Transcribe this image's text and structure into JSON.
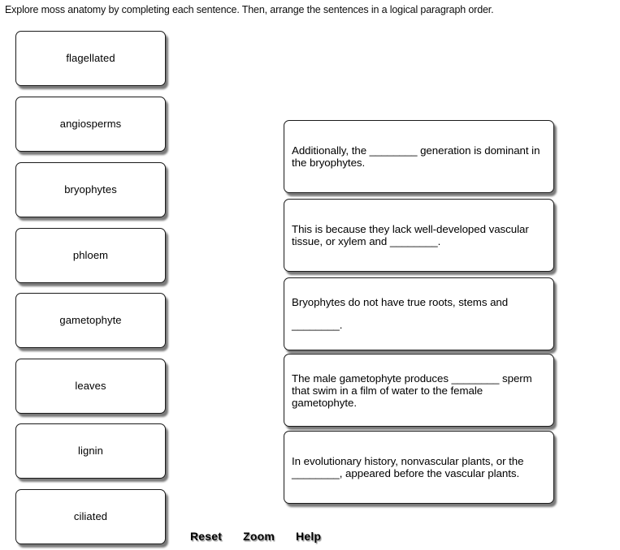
{
  "instruction": "Explore moss anatomy by completing each sentence. Then, arrange the sentences in a logical paragraph order.",
  "word_bank": {
    "tiles": [
      {
        "label": "flagellated"
      },
      {
        "label": "angiosperms"
      },
      {
        "label": "bryophytes"
      },
      {
        "label": "phloem"
      },
      {
        "label": "gametophyte"
      },
      {
        "label": "leaves"
      },
      {
        "label": "lignin"
      },
      {
        "label": "ciliated"
      }
    ]
  },
  "sentences": {
    "cards": [
      {
        "text": "Additionally, the ________ generation is dominant in the bryophytes."
      },
      {
        "text": "This is because they lack well-developed vascular tissue, or xylem and ________."
      },
      {
        "text": "Bryophytes do not have true roots, stems and ________."
      },
      {
        "text": "The male gametophyte produces ________ sperm that swim in a film of water to the female gametophyte."
      },
      {
        "text": "In evolutionary history, nonvascular plants, or the ________, appeared before the vascular plants."
      }
    ]
  },
  "toolbar": {
    "reset_label": "Reset",
    "zoom_label": "Zoom",
    "help_label": "Help"
  },
  "colors": {
    "page_background": "#ffffff",
    "box_fill": "#ffffff",
    "box_border": "#1a1a1a",
    "box_shadow": "#2b2b2b",
    "text": "#000000"
  }
}
